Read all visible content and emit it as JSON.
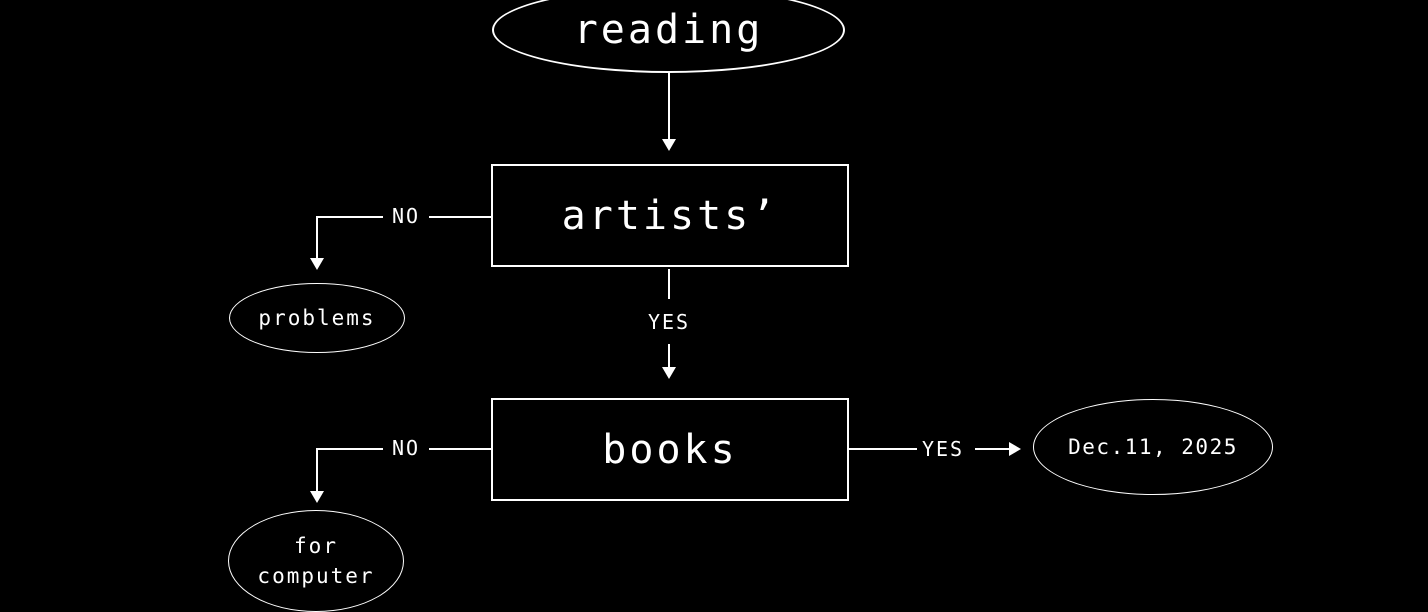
{
  "diagram": {
    "background_color": "#000000",
    "stroke_color": "#ffffff",
    "text_color": "#ffffff",
    "nodes": {
      "start": {
        "shape": "ellipse",
        "label": "reading"
      },
      "artists": {
        "shape": "rectangle",
        "label": "artists’"
      },
      "problems": {
        "shape": "ellipse",
        "label": "problems"
      },
      "books": {
        "shape": "rectangle",
        "label": "books"
      },
      "for_computer": {
        "shape": "ellipse",
        "label": "for computer",
        "line1": "for",
        "line2": "computer"
      },
      "date": {
        "shape": "ellipse",
        "label": "Dec.11, 2025"
      }
    },
    "edges": {
      "start_to_artists": {
        "from": "start",
        "to": "artists",
        "label": ""
      },
      "artists_no": {
        "from": "artists",
        "to": "problems",
        "label": "NO"
      },
      "artists_yes": {
        "from": "artists",
        "to": "books",
        "label": "YES"
      },
      "books_no": {
        "from": "books",
        "to": "for_computer",
        "label": "NO"
      },
      "books_yes": {
        "from": "books",
        "to": "date",
        "label": "YES"
      }
    }
  }
}
